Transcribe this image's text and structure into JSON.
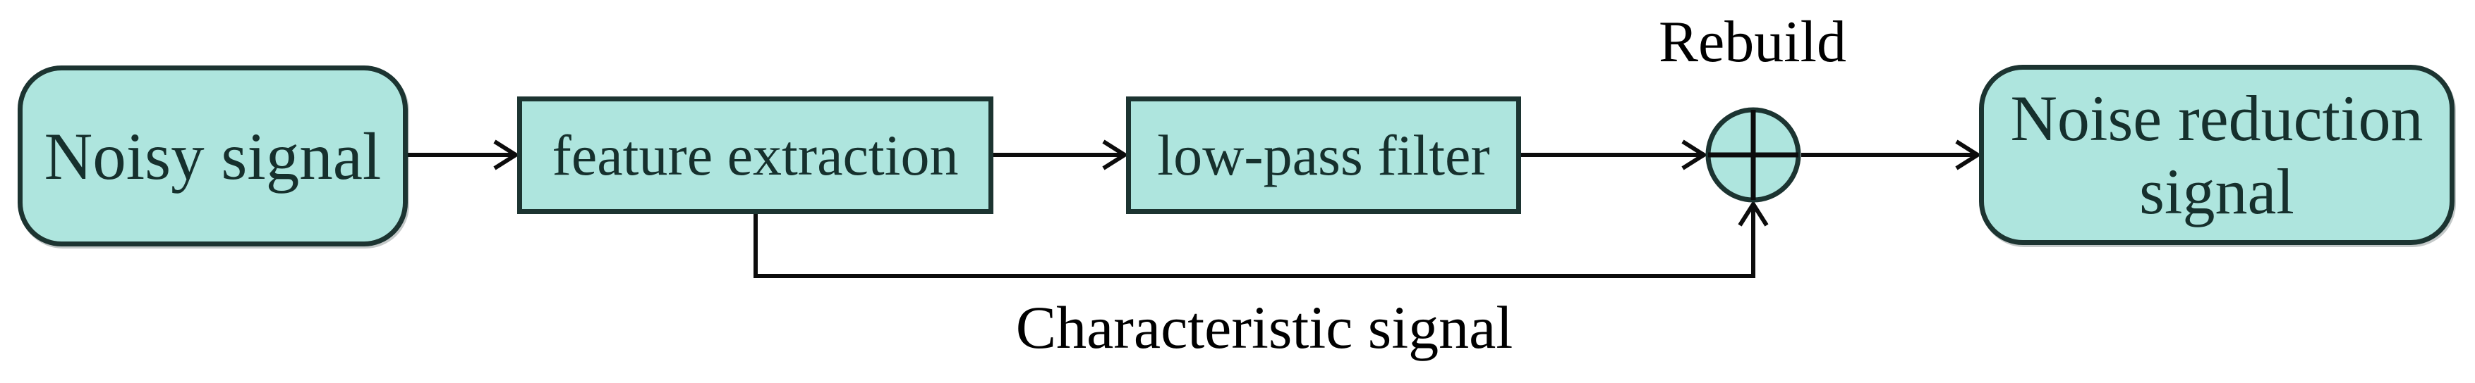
{
  "diagram_type": "flowchart",
  "nodes": {
    "noisy_signal": {
      "label": "Noisy signal",
      "shape": "rounded-rectangle"
    },
    "feature_extraction": {
      "label": "feature extraction",
      "shape": "rectangle"
    },
    "low_pass_filter": {
      "label": "low-pass filter",
      "shape": "rectangle"
    },
    "summation": {
      "symbol": "circle-plus",
      "annotation": "Rebuild",
      "shape": "circle"
    },
    "noise_reduction_signal": {
      "label": "Noise reduction signal",
      "lines": [
        "Noise reduction",
        "signal"
      ],
      "shape": "rounded-rectangle"
    }
  },
  "edges": [
    {
      "from": "noisy_signal",
      "to": "feature_extraction"
    },
    {
      "from": "feature_extraction",
      "to": "low_pass_filter"
    },
    {
      "from": "low_pass_filter",
      "to": "summation"
    },
    {
      "from": "summation",
      "to": "noise_reduction_signal"
    },
    {
      "from": "feature_extraction",
      "to": "summation",
      "via": "bottom-feedback",
      "label": "Characteristic signal"
    }
  ],
  "labels": {
    "rebuild": "Rebuild",
    "characteristic_signal": "Characteristic signal"
  },
  "colors": {
    "background": "#ffffff",
    "node_fill": "#aee5de",
    "node_border": "#1c3431",
    "node_text": "#16302d",
    "annotation_text": "#000000",
    "line": "#0c0c0c"
  }
}
